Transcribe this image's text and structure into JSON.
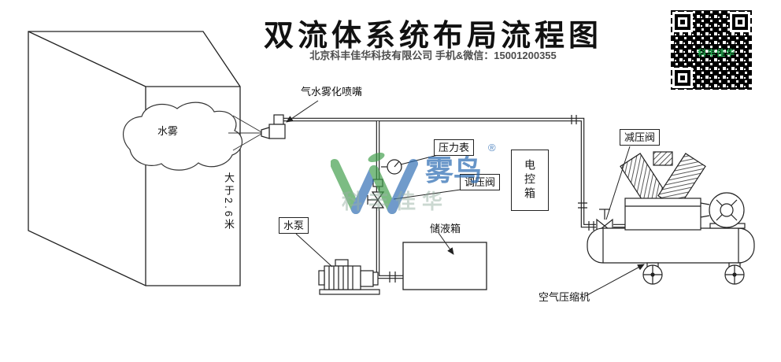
{
  "header": {
    "title": "双流体系统布局流程图",
    "subtitle": "北京科丰佳华科技有限公司 手机&微信：15001200355"
  },
  "labels": {
    "nozzle": "气水雾化喷嘴",
    "pressure_gauge": "压力表",
    "regulating_valve": "调压阀",
    "control_box": "电控箱",
    "reducing_valve": "减压阀",
    "water_mist": "水雾",
    "height": "大于2.6米",
    "water_pump": "水泵",
    "storage_tank": "储液箱",
    "air_compressor": "空气压缩机"
  },
  "watermark": {
    "brand": "雾鸟",
    "registered": "®",
    "company": "科丰佳华"
  },
  "qr": {
    "caption": "科丰佳华"
  },
  "colors": {
    "line": "#222222",
    "accent_green": "#3f9d49",
    "accent_blue": "#2d6cb3",
    "qr_green": "#21a94e"
  }
}
